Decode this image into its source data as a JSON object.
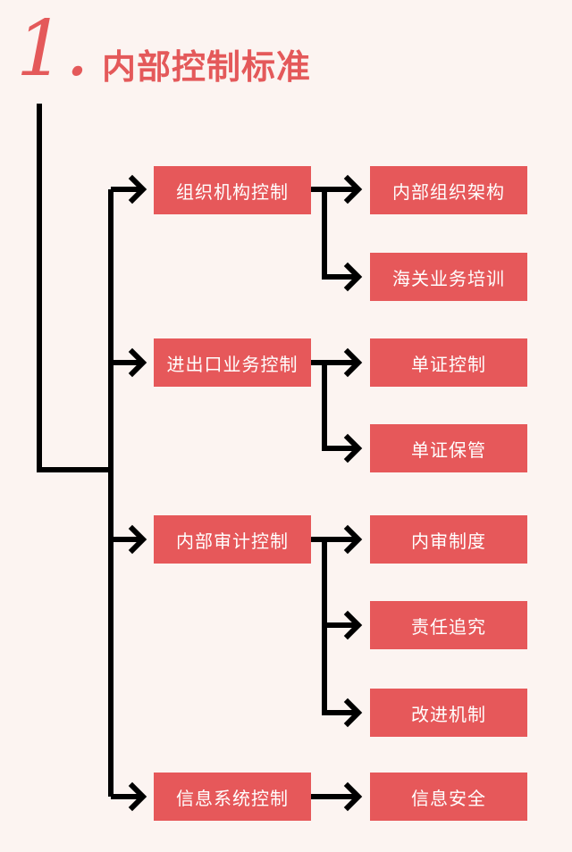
{
  "header": {
    "number": "1.",
    "title": "内部控制标准"
  },
  "tree": [
    {
      "label": "组织机构控制",
      "children": [
        "内部组织架构",
        "海关业务培训"
      ]
    },
    {
      "label": "进出口业务控制",
      "children": [
        "单证控制",
        "单证保管"
      ]
    },
    {
      "label": "内部审计控制",
      "children": [
        "内审制度",
        "责任追究",
        "改进机制"
      ]
    },
    {
      "label": "信息系统控制",
      "children": [
        "信息安全"
      ]
    }
  ],
  "colors": {
    "box": "#e6585a",
    "accent": "#e4595a",
    "line": "#000000",
    "background": "#fcf4f1"
  }
}
